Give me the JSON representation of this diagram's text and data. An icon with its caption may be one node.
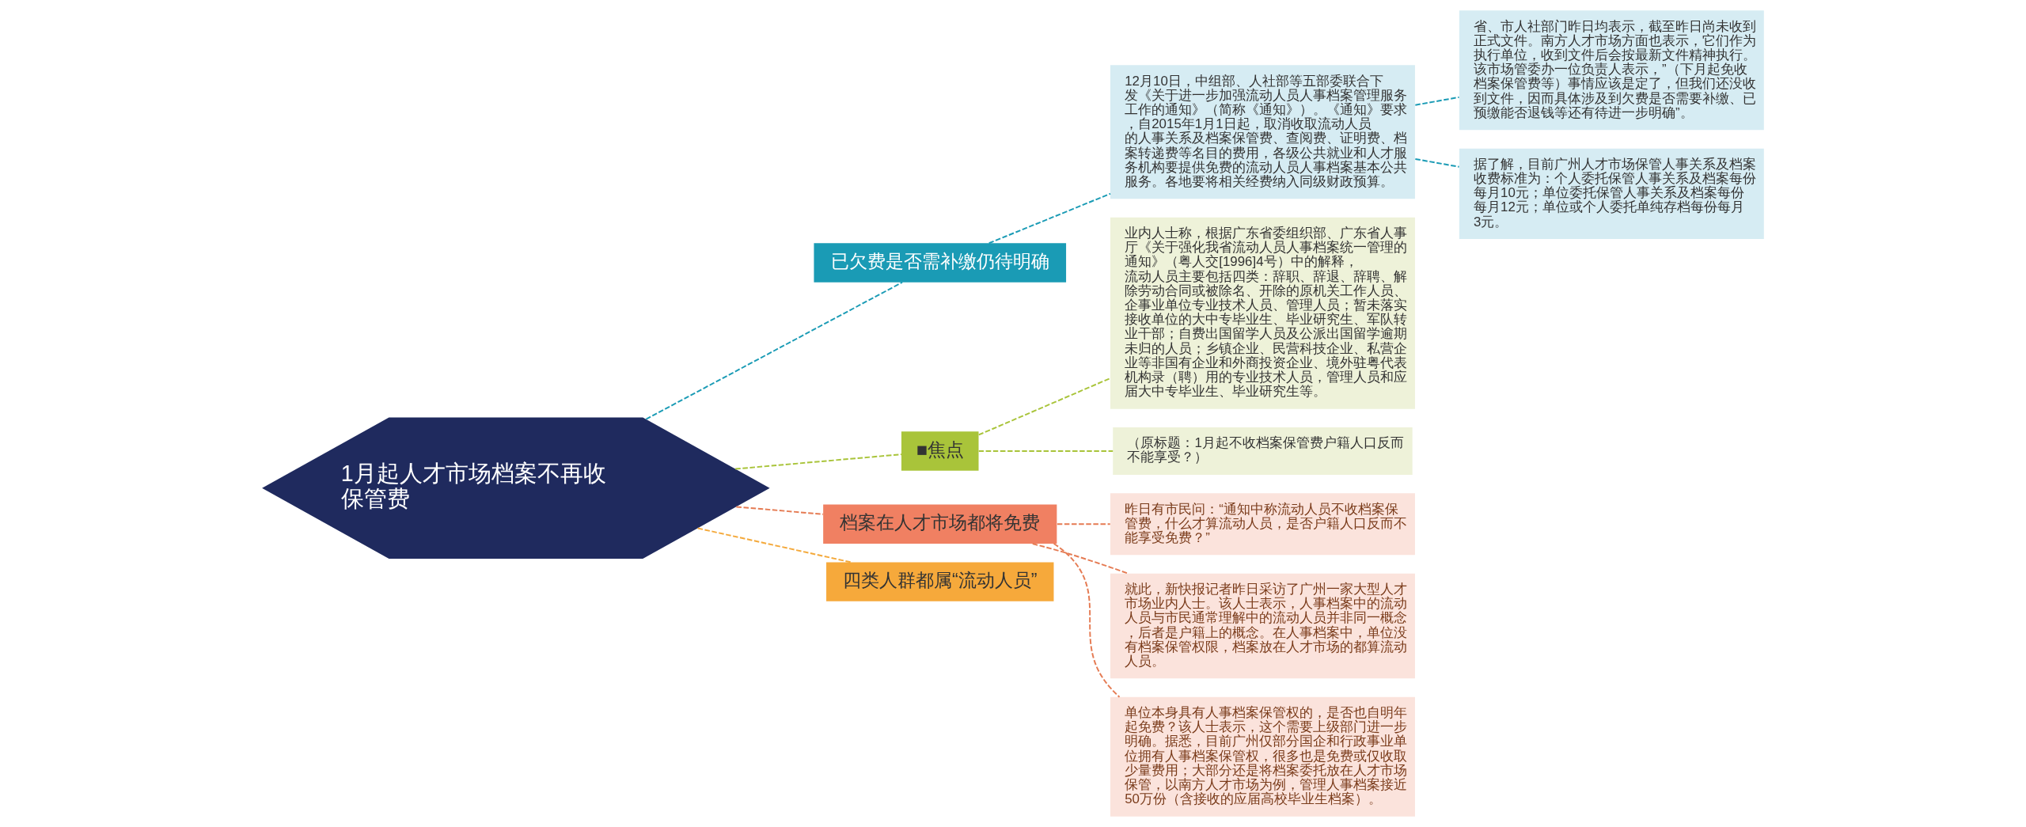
{
  "diagram": {
    "nodes": [
      {
        "text": [
          "1月起人才市场档案不再收保管费"
        ]
      },
      {
        "text": [
          "已欠费是否需补缴仍待明确"
        ]
      },
      {
        "text": [
          "12月10日，中组部、人社部等五部委联合下发《关于进一步加强流动人员人事档案管理服务工作的通知》（简称《通知》）。《通知》要求，自2015年1月1日起，取消收取流动人员的人事关系及档案保管费、查阅费、证明费、档案转递费等名目的费用，各级公共就业和人才服务机构要提供免费的流动人员人事档案基本公共服务。各地要将相关经费纳入同级财政预算。"
        ]
      },
      {
        "text": [
          "省、市人社部门昨日均表示，截至昨日尚未收到正式文件。南方人才市场方面也表示，它们作为执行单位，收到文件后会按最新文件精神执行。该市场管委办一位负责人表示，”（下月起免收档案保管费等）事情应该是定了，但我们还没收到文件，因而具体涉及到欠费是否需要补缴、已预缴能否退钱等还有待进一步明确”。"
        ]
      },
      {
        "text": [
          "据了解，目前广州人才市场保管人事关系及档案收费标准为：个人委托保管人事关系及档案每份每月10元；单位委托保管人事关系及档案每份每月12元；单位或个人委托单纯存档每份每月3元。"
        ]
      },
      {
        "text": [
          "■焦点"
        ]
      },
      {
        "text": [
          "业内人士称，根据广东省委组织部、广东省人事厅《关于强化我省流动人员人事档案统一管理的通知》（粤人交[1996]4号）中的解释，流动人员主要包括四类：辞职、辞退、辞聘、解除劳动合同或被除名、开除的原机关工作人员、企事业单位专业技术人员、管理人员；暂未落实接收单位的大中专毕业生、毕业研究生、军队转业干部；自费出国留学人员及公派出国留学逾期未归的人员；乡镇企业、民营科技企业、私营企业等非国有企业和外商投资企业、境外驻粤代表机构录（聘）用的专业技术人员，管理人员和应届大中专毕业生、毕业研究生等。"
        ]
      },
      {
        "text": [
          "（原标题：1月起不收档案保管费户籍人口反而不能享受？）"
        ]
      },
      {
        "text": [
          "档案在人才市场都将免费"
        ]
      },
      {
        "text": [
          "昨日有市民问：“通知中称流动人员不收档案保管费，什么才算流动人员，是否户籍人口反而不能享受免费？”"
        ]
      },
      {
        "text": [
          "就此，新快报记者昨日采访了广州一家大型人才市场业内人士。该人士表示，人事档案中的流动人员与市民通常理解中的流动人员并非同一概念，后者是户籍上的概念。在人事档案中，单位没有档案保管权限，档案放在人才市场的都算流动人员。"
        ]
      },
      {
        "text": [
          "单位本身具有人事档案保管权的，是否也自明年起免费？该人士表示，这个需要上级部门进一步明确。据悉，目前广州仅部分国企和行政事业单位拥有人事档案保管权，很多也是免费或仅收取少量费用；大部分还是将档案委托放在人才市场保管，以南方人才市场为例，管理人事档案接近50万份（含接收的应届高校毕业生档案）。"
        ]
      },
      {
        "text": [
          "四类人群都属“流动人员”"
        ]
      }
    ],
    "edges": [
      {
        "from": 0,
        "to": 1,
        "arrow": "none",
        "style": "dashed",
        "color": "#1a9bb5"
      },
      {
        "from": 1,
        "to": 2,
        "arrow": "none",
        "style": "dashed",
        "color": "#1a9bb5"
      },
      {
        "from": 2,
        "to": 3,
        "arrow": "none",
        "style": "dashed",
        "color": "#1a9bb5"
      },
      {
        "from": 2,
        "to": 4,
        "arrow": "none",
        "style": "dashed",
        "color": "#1a9bb5"
      },
      {
        "from": 0,
        "to": 5,
        "arrow": "none",
        "style": "dashed",
        "color": "#a9c43a"
      },
      {
        "from": 5,
        "to": 6,
        "arrow": "none",
        "style": "dashed",
        "color": "#a9c43a"
      },
      {
        "from": 5,
        "to": 7,
        "arrow": "none",
        "style": "dashed",
        "color": "#a9c43a"
      },
      {
        "from": 0,
        "to": 8,
        "arrow": "none",
        "style": "dashed",
        "color": "#e57b53"
      },
      {
        "from": 8,
        "to": 9,
        "arrow": "none",
        "style": "dashed",
        "color": "#e57b53"
      },
      {
        "from": 8,
        "to": 10,
        "arrow": "none",
        "style": "dashed",
        "color": "#e57b53"
      },
      {
        "from": 8,
        "to": 11,
        "arrow": "none",
        "style": "dashed",
        "color": "#e57b53"
      },
      {
        "from": 0,
        "to": 12,
        "arrow": "none",
        "style": "dashed",
        "color": "#f4a93b"
      }
    ]
  }
}
